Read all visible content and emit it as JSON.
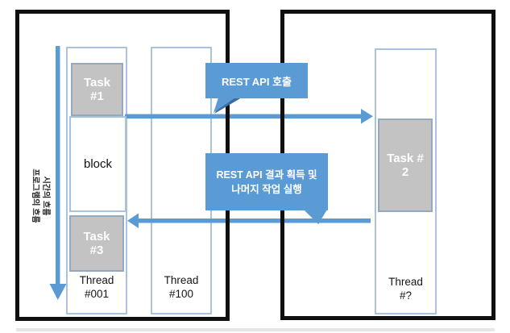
{
  "colors": {
    "accent_blue": "#5b9bd5",
    "accent_blue_dark": "#3c6c9c",
    "task_gray_fill": "#c3c3c3",
    "task_border": "#94a9bd",
    "column_border": "#aac3dd",
    "frame_black": "#0f0f0f"
  },
  "flow_axis": {
    "line1": "시간의 흐름",
    "line2": "프로그램의 흐름"
  },
  "callouts": {
    "rest_call": "REST API 호출",
    "rest_result_line1": "REST API 결과 획득 및",
    "rest_result_line2": "나머지 작업 실행"
  },
  "left_panel": {
    "task1_line1": "Task",
    "task1_line2": "#1",
    "block_label": "block",
    "task3_line1": "Task",
    "task3_line2": "#3",
    "thread1_line1": "Thread",
    "thread1_line2": "#001",
    "thread2_line1": "Thread",
    "thread2_line2": "#100"
  },
  "right_panel": {
    "task2_line1": "Task #",
    "task2_line2": "2",
    "thread_line1": "Thread",
    "thread_line2": "#?"
  }
}
